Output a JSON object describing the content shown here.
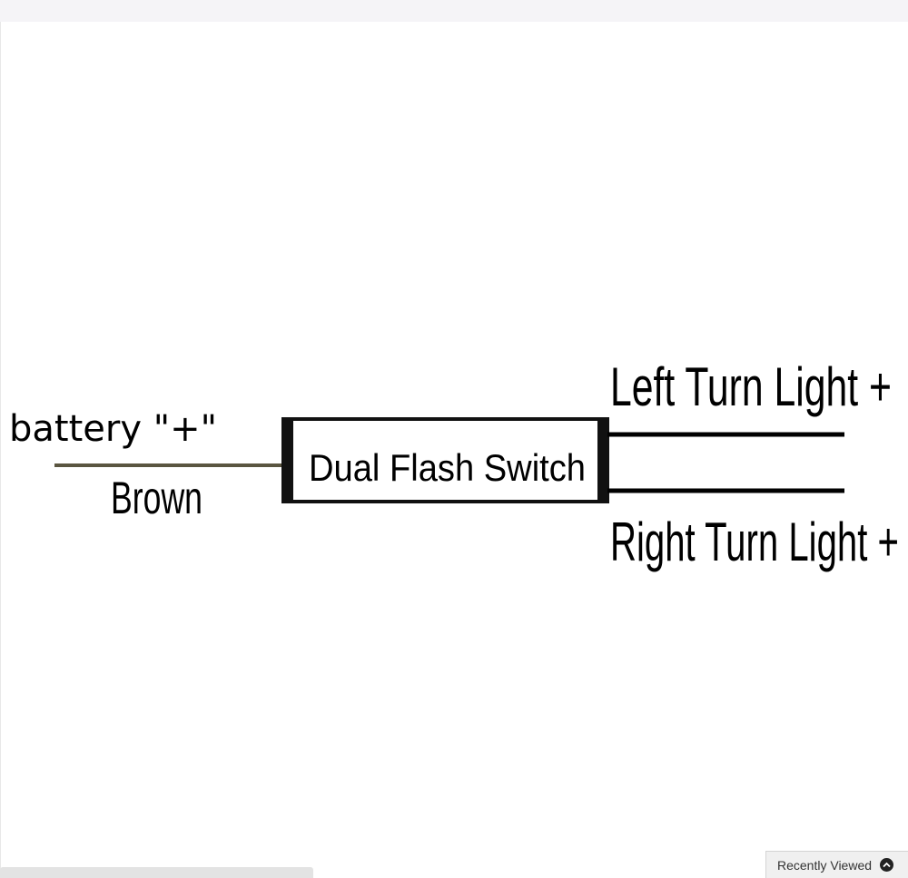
{
  "diagram": {
    "battery_label": "battery \"+\"",
    "wire_color_label": "Brown",
    "switch_label": "Dual Flash Switch",
    "left_output_label": "Left Turn Light +",
    "right_output_label": "Right Turn Light +"
  },
  "footer": {
    "recently_viewed_label": "Recently Viewed",
    "toggle_icon": "chevron-up-icon"
  }
}
